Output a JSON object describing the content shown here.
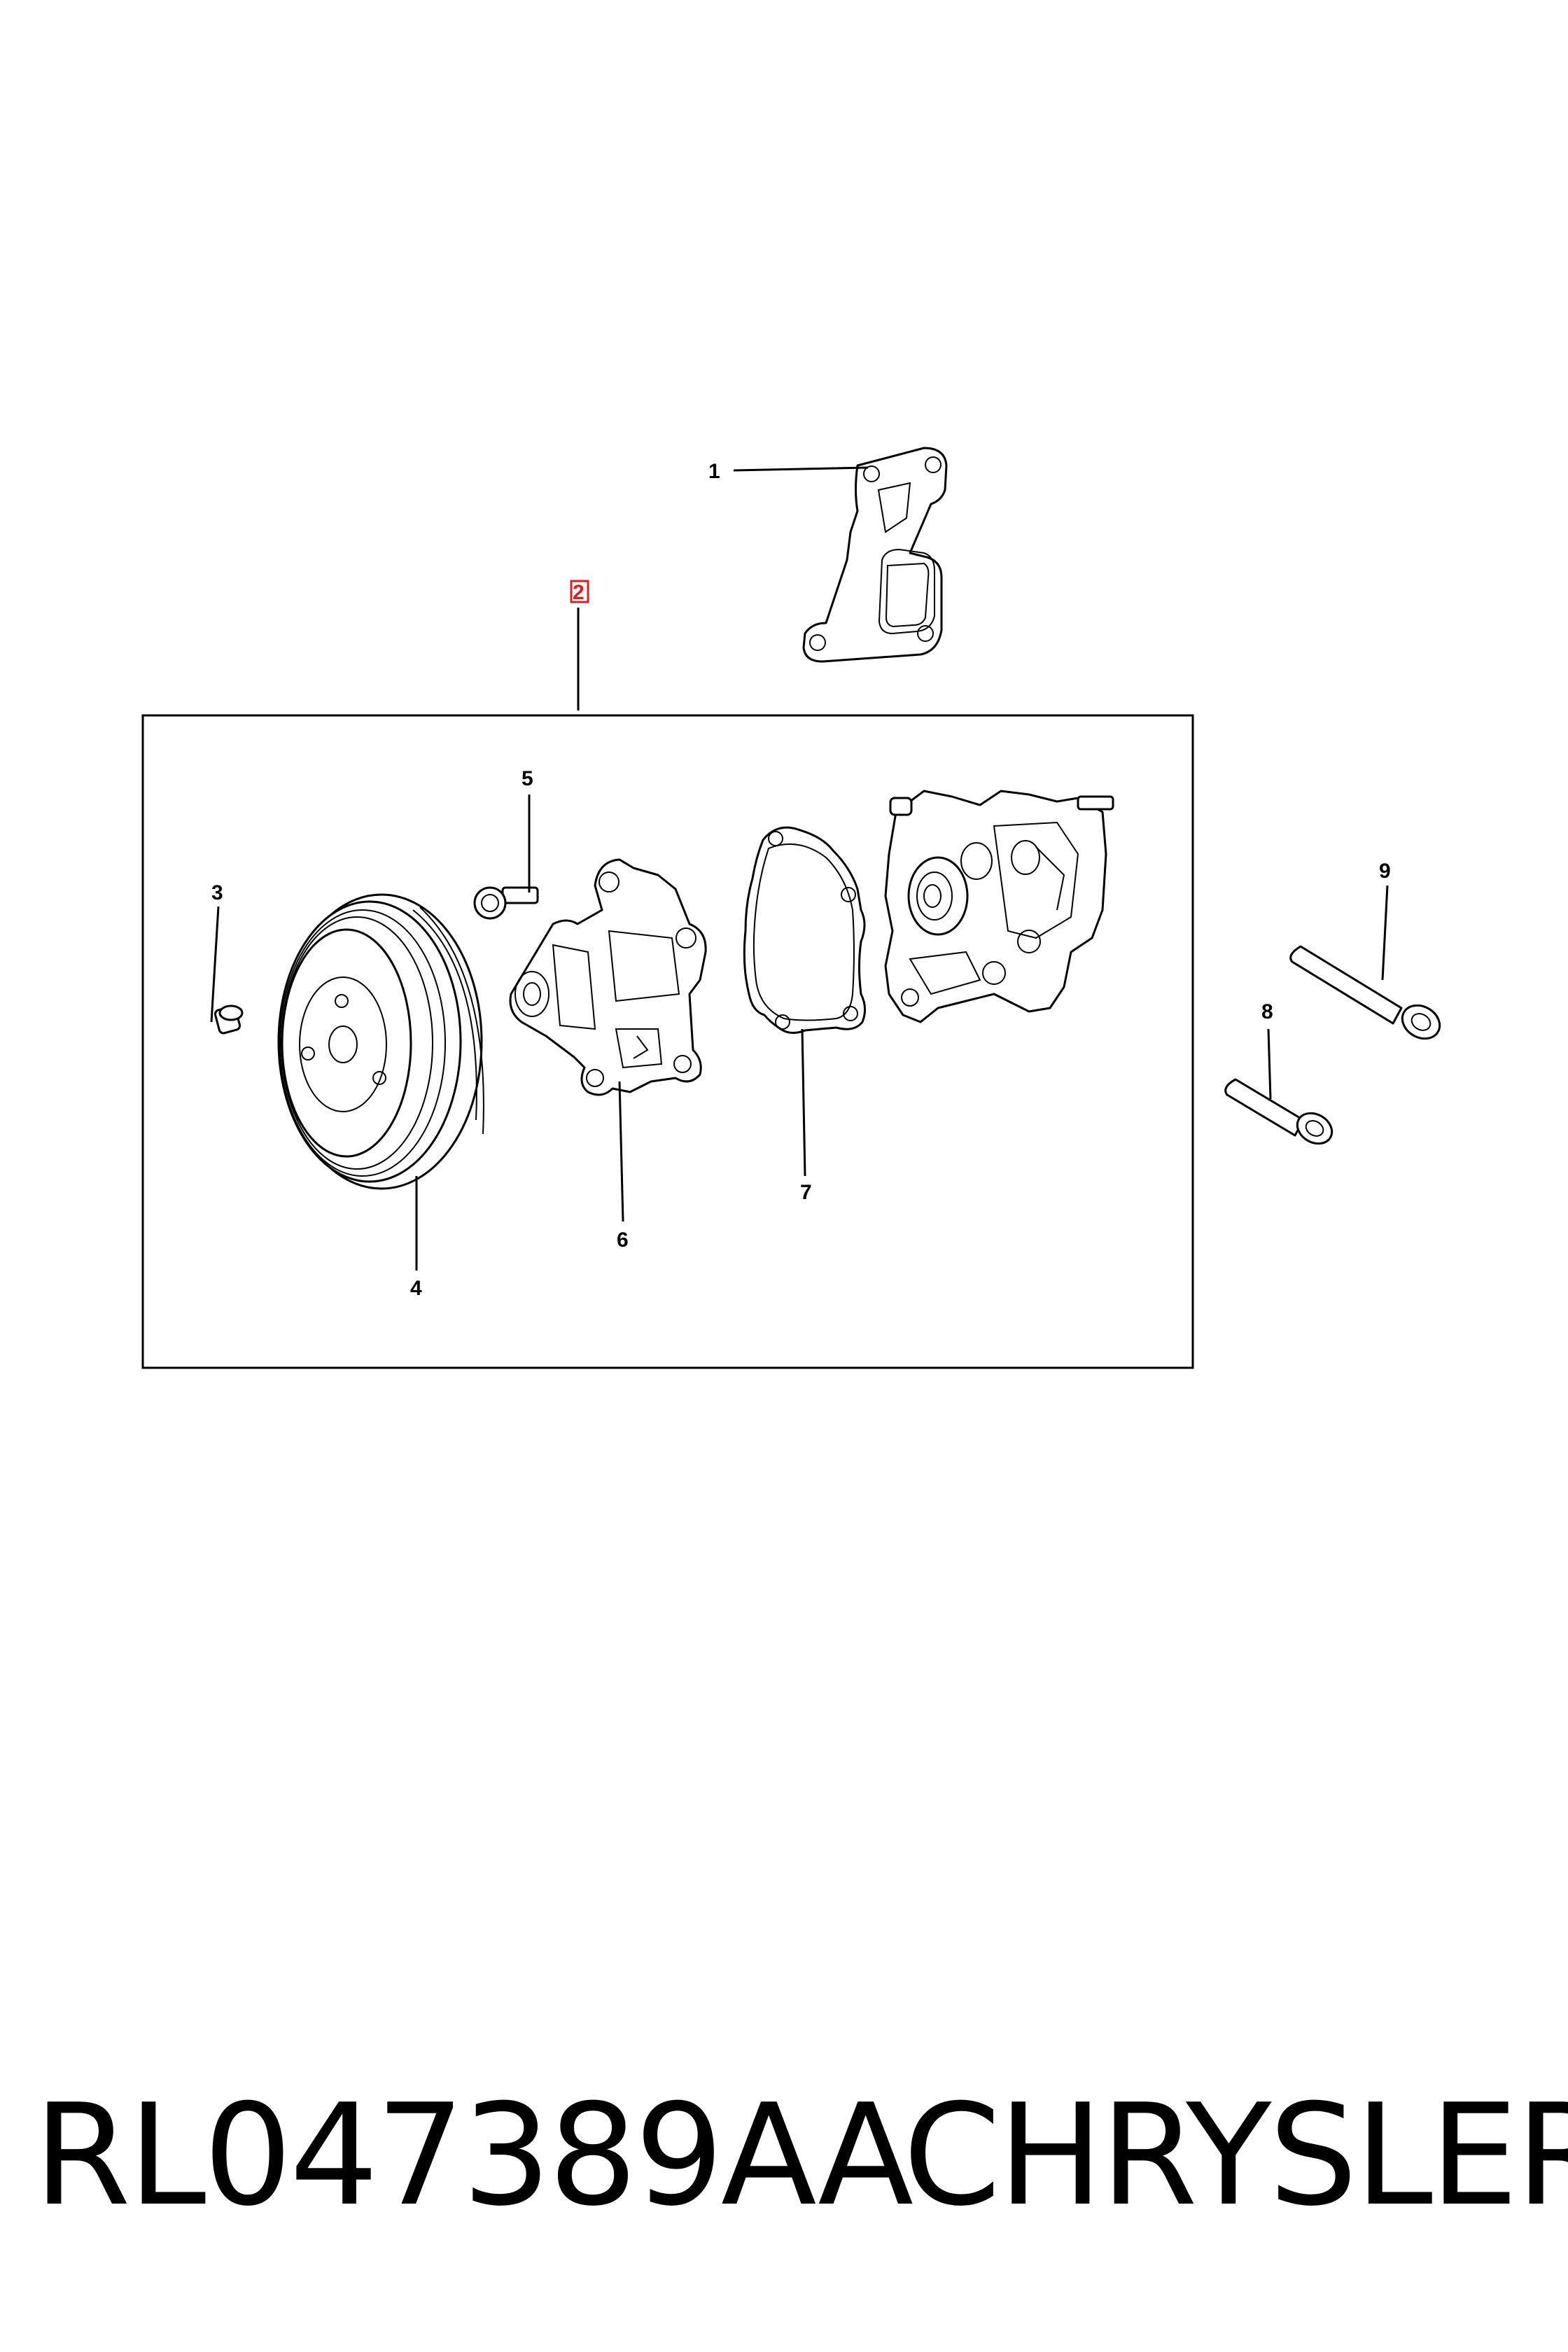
{
  "callouts": {
    "c1": "1",
    "c2": "2",
    "c3": "3",
    "c4": "4",
    "c5": "5",
    "c6": "6",
    "c7": "7",
    "c8": "8",
    "c9": "9"
  },
  "highlight_color": "#e02020",
  "caption": {
    "part_number": "RL047389AA",
    "brand": "CHRYSLER"
  }
}
